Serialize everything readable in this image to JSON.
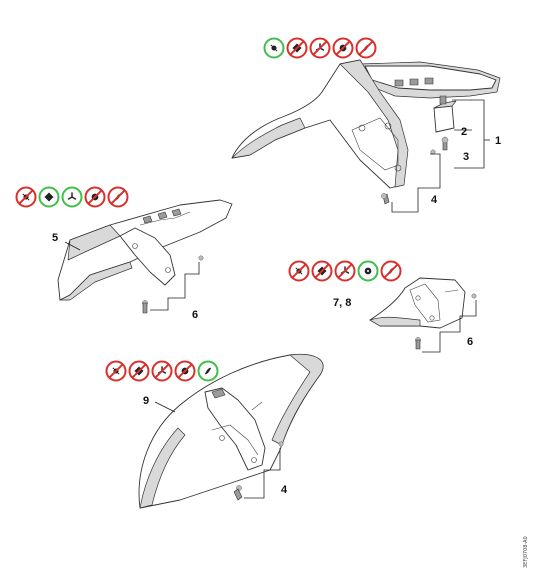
{
  "icon_rows": [
    {
      "id": "row-top-right",
      "states": [
        "allowed",
        "prohibited",
        "prohibited",
        "prohibited",
        "prohibited"
      ]
    },
    {
      "id": "row-left",
      "states": [
        "prohibited",
        "allowed",
        "allowed",
        "prohibited",
        "prohibited"
      ]
    },
    {
      "id": "row-mid-right",
      "states": [
        "prohibited",
        "prohibited",
        "prohibited",
        "allowed",
        "prohibited"
      ]
    },
    {
      "id": "row-bottom",
      "states": [
        "prohibited",
        "prohibited",
        "prohibited",
        "prohibited",
        "allowed"
      ]
    }
  ],
  "icons": [
    "bolt-center-icon",
    "square-nut-icon",
    "three-spoke-icon",
    "round-grommet-icon",
    "blade-icon"
  ],
  "colors": {
    "allowed": "#3fbf4a",
    "prohibited": "#d9302c",
    "line": "#333333",
    "shade": "#d9d9d9"
  },
  "callouts": {
    "c1": "1",
    "c2": "2",
    "c3": "3",
    "c4a": "4",
    "c5": "5",
    "c6a": "6",
    "c78": "7,  8",
    "c6b": "6",
    "c9": "9",
    "c4b": "4"
  },
  "image_code": "3EFJ0708-A0"
}
